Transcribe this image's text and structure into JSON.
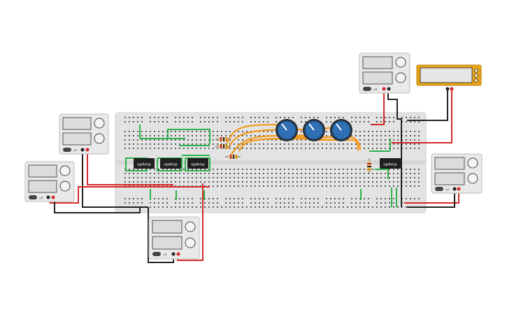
{
  "canvas": {
    "background": "#ffffff"
  },
  "colors": {
    "board": "#e3e3e3",
    "board_edge": "#cfcfcf",
    "hole": "#3a3a3a",
    "wire_green": "#2db34a",
    "wire_orange": "#f29a1d",
    "wire_red": "#d62828",
    "wire_black": "#222222",
    "chip": "#1f1f1f",
    "knob": "#2f6fb3",
    "psu_body": "#e9e9e9",
    "psu_screen": "#dcdcdc",
    "meter_frame": "#e8a317"
  },
  "breadboard": {
    "name": "breadboard",
    "icon": "breadboard-icon"
  },
  "opamps": [
    {
      "label": "opAmp"
    },
    {
      "label": "opAmp"
    },
    {
      "label": "opAmp"
    },
    {
      "label": "opAmp"
    }
  ],
  "power_supplies": [
    {
      "name": "power-supply-1",
      "button": "off"
    },
    {
      "name": "power-supply-2",
      "button": "off"
    },
    {
      "name": "power-supply-3",
      "button": "off"
    },
    {
      "name": "power-supply-4",
      "button": "off"
    },
    {
      "name": "power-supply-5",
      "button": "off"
    }
  ],
  "multimeter": {
    "name": "multimeter",
    "icon": "multimeter-icon"
  },
  "potentiometers": [
    {
      "name": "potentiometer-1",
      "icon": "knob-icon"
    },
    {
      "name": "potentiometer-2",
      "icon": "knob-icon"
    },
    {
      "name": "potentiometer-3",
      "icon": "knob-icon"
    }
  ],
  "resistors": [
    {
      "name": "resistor-1"
    },
    {
      "name": "resistor-2"
    },
    {
      "name": "resistor-3"
    },
    {
      "name": "resistor-4"
    }
  ]
}
